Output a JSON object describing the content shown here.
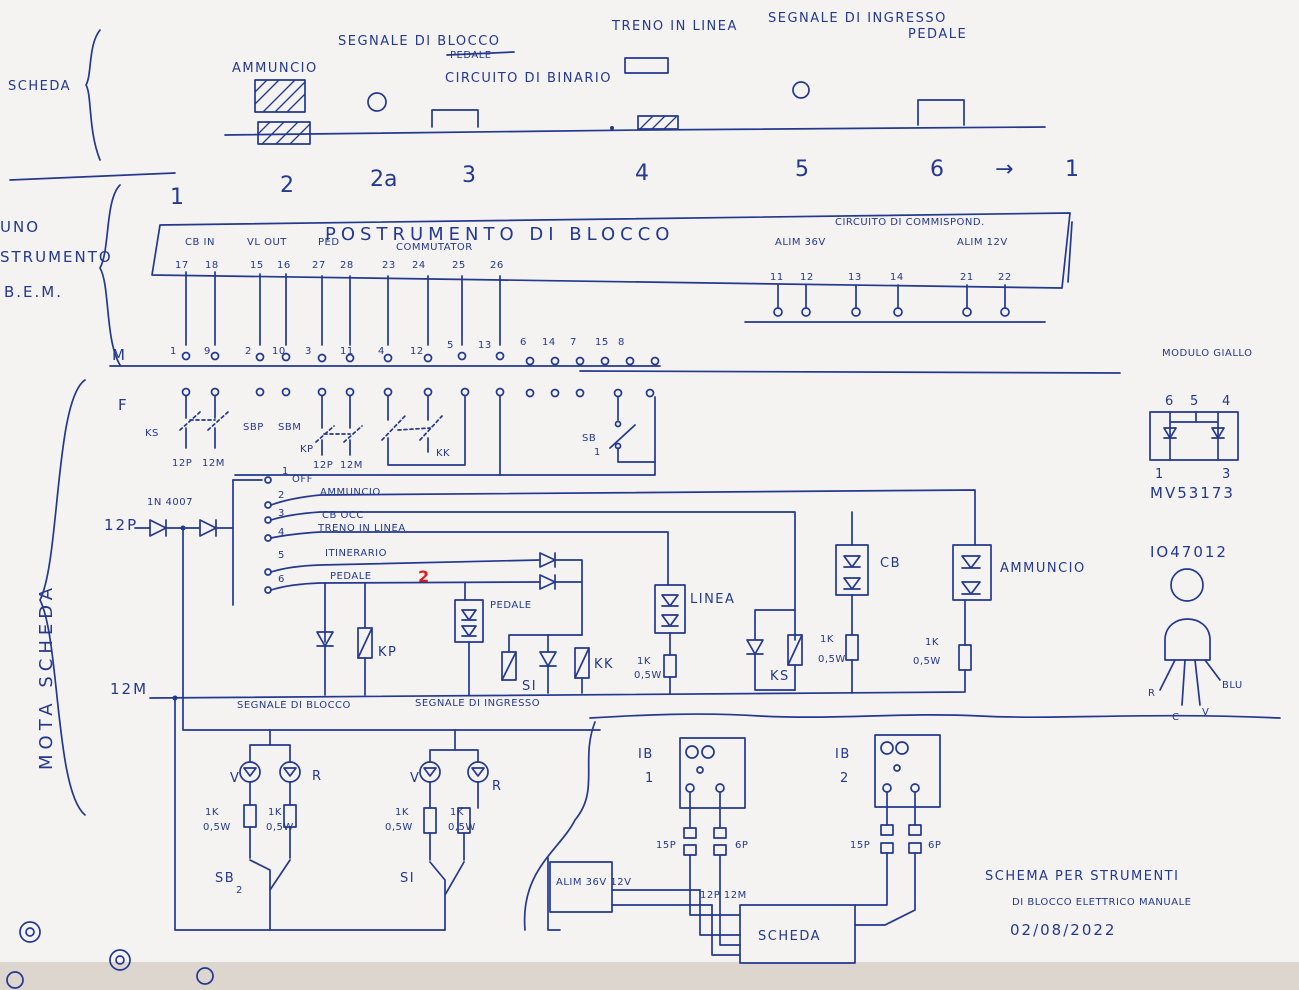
{
  "top_section": {
    "side_label": "SCHEDA",
    "devices": [
      {
        "label": "AMMUNCIO"
      },
      {
        "label": "SEGNALE DI BLOCCO"
      },
      {
        "label": "CIRCUITO DI BINARIO",
        "struck_label": "PEDALE"
      },
      {
        "label": "TRENO IN LINEA"
      },
      {
        "label": "SEGNALE DI INGRESSO"
      },
      {
        "label": "PEDALE"
      }
    ],
    "sequence": [
      "1",
      "2",
      "2a",
      "3",
      "4",
      "5",
      "6",
      "→",
      "1"
    ]
  },
  "instrument": {
    "side_label": [
      "UNO",
      "STRUMENTO",
      "B.E.M."
    ],
    "title": "POSTRUMENTO DI BLOCCO",
    "groups": {
      "cb_in": "CB IN",
      "vl_out": "VL OUT",
      "ped": "PED",
      "commutatore": "COMMUTATOR",
      "alim_36v": "ALIM 36V",
      "circuito": "CIRCUITO DI COMMISPOND.",
      "alim_12v": "ALIM 12V"
    },
    "terminals": [
      "17",
      "18",
      "15",
      "16",
      "27",
      "28",
      "23",
      "24",
      "25",
      "26"
    ],
    "right_terminals": [
      "11",
      "12",
      "13",
      "14",
      "21",
      "22"
    ]
  },
  "connector": {
    "m_label": "M",
    "f_label": "F",
    "m_pins": [
      "1",
      "9",
      "2",
      "10",
      "3",
      "11",
      "4",
      "12",
      "5",
      "13",
      "6",
      "14",
      "7",
      "15",
      "8"
    ]
  },
  "scheda": {
    "side_label": "MOTA SCHEDA",
    "rail_12p": "12P",
    "rail_12m": "12M",
    "diode_label": "1N 4007",
    "switch_labels": {
      "ks": "KS",
      "kp": "KP",
      "kk": "KK",
      "sbp": "SBP",
      "sbm": "SBM",
      "sb": "SB",
      "sb_num": "1",
      "p12": "12P",
      "m12": "12M"
    },
    "selector": [
      {
        "n": "1",
        "label": "OFF"
      },
      {
        "n": "2",
        "label": "AMMUNCIO"
      },
      {
        "n": "3",
        "label": "CB OCC"
      },
      {
        "n": "4",
        "label": "TRENO IN LINEA"
      },
      {
        "n": "5",
        "label": "ITINERARIO"
      },
      {
        "n": "6",
        "label": "PEDALE"
      }
    ],
    "red_marker": "2",
    "component_labels": {
      "kp": "KP",
      "pedale": "PEDALE",
      "si": "SI",
      "kk": "KK",
      "linea": "LINEA",
      "ks": "KS",
      "cb": "CB",
      "ammuncio": "AMMUNCIO",
      "res": "1K",
      "res_w": "0,5W"
    },
    "signals": [
      {
        "title": "SEGNALE DI BLOCCO",
        "v": "V",
        "r": "R",
        "switch": "SB",
        "switch_num": "2"
      },
      {
        "title": "SEGNALE DI INGRESSO",
        "v": "V",
        "r": "R",
        "switch": "SI",
        "switch_num": ""
      }
    ]
  },
  "right_panel": {
    "modulo_title": "MODULO GIALLO",
    "modulo_pins_top": [
      "6",
      "5",
      "4"
    ],
    "modulo_pins_bottom": [
      "1",
      "3"
    ],
    "modulo_part": "MV53173",
    "led_part": "IO47012",
    "led_pins": {
      "r": "R",
      "blu": "BLU",
      "c": "C",
      "v": "V"
    }
  },
  "wiring": {
    "ib1": {
      "label": "IB",
      "num": "1",
      "p15": "15P",
      "p6": "6P"
    },
    "ib2": {
      "label": "IB",
      "num": "2",
      "p15": "15P",
      "p6": "6P"
    },
    "alim": "ALIM 36V 12V",
    "bus": "12P 12M",
    "scheda": "SCHEDA"
  },
  "caption": {
    "line1": "SCHEMA PER STRUMENTI",
    "line2": "DI BLOCCO ELETTRICO MANUALE",
    "date": "02/08/2022"
  }
}
